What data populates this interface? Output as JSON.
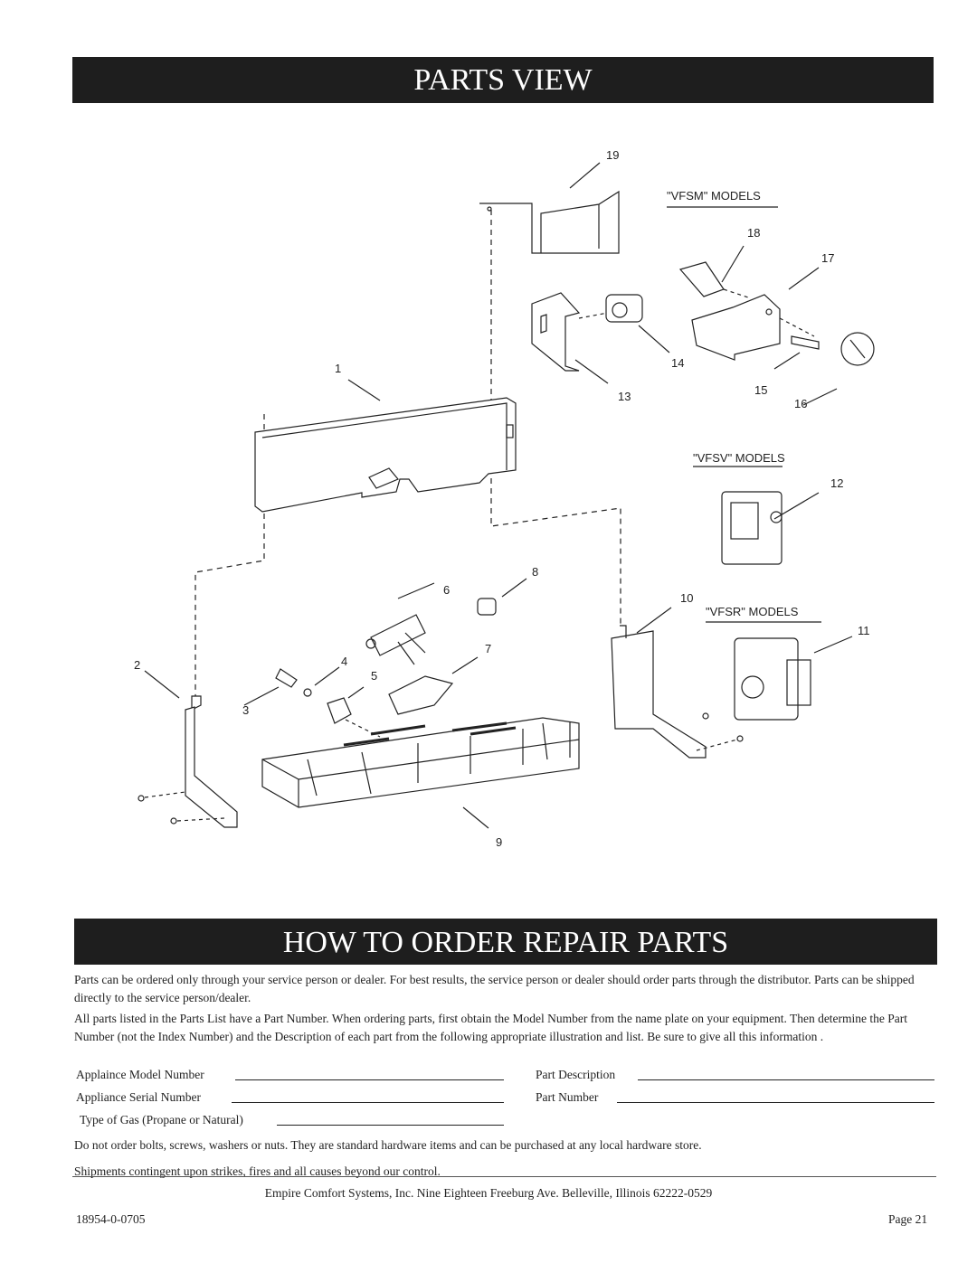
{
  "header1": "PARTS VIEW",
  "header2": "HOW TO ORDER REPAIR PARTS",
  "diagram": {
    "part_numbers": [
      "1",
      "2",
      "3",
      "4",
      "5",
      "6",
      "7",
      "8",
      "9",
      "10",
      "11",
      "12",
      "13",
      "14",
      "15",
      "16",
      "17",
      "18",
      "19"
    ],
    "model_labels": {
      "vfsm": "\"VFSM\" MODELS",
      "vfsv": "\"VFSV\" MODELS",
      "vfsr": "\"VFSR\" MODELS"
    }
  },
  "order": {
    "para1": "Parts can be ordered only through your service person or dealer. For best results, the service person or dealer should order parts through the distributor. Parts can be shipped directly to the service person/dealer.",
    "para2": "All parts listed in the Parts List have a Part Number. When ordering parts, first obtain the Model Number from the name plate on your equipment. Then determine the Part Number (not the Index Number) and the Description of each part from the following appropriate illustration and list. Be sure to give all this information .",
    "fields": {
      "model_number": "Applaince Model Number",
      "serial_number": "Appliance Serial Number",
      "gas_type": "Type of Gas (Propane or Natural)",
      "part_description": "Part Description",
      "part_number": "Part Number"
    },
    "para3": "Do not order bolts, screws, washers or nuts. They are standard hardware items and can be purchased at any local hardware store.",
    "para4": "Shipments contingent upon strikes, fires and all causes beyond our control."
  },
  "footer": {
    "company": "Empire Comfort Systems, Inc. Nine Eighteen Freeburg Ave. Belleville, Illinois 62222-0529",
    "doc_number": "18954-0-0705",
    "page": "Page 21"
  }
}
